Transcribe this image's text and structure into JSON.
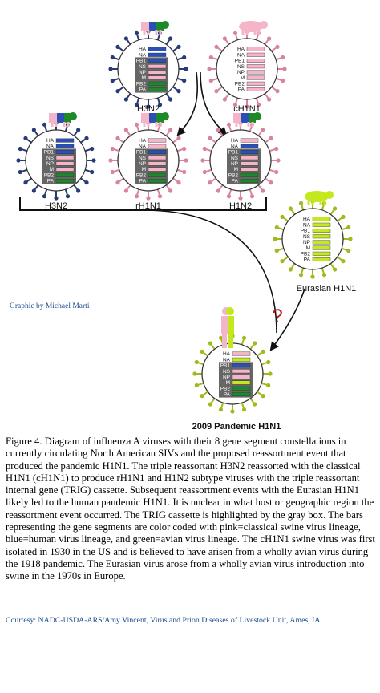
{
  "colors": {
    "pink": "#f5b5c8",
    "pink_dark": "#c96b88",
    "blue": "#2a4fb5",
    "green": "#1d8a2a",
    "lime": "#c4e81e",
    "gray_box": "#666666",
    "spike_navy": "#283c74",
    "spike_pink": "#d8849f",
    "spike_lime": "#9cbc1c",
    "arrow": "#111111",
    "question": "#b81818"
  },
  "segment_names": [
    "HA",
    "NA",
    "PB1",
    "NS",
    "NP",
    "M",
    "PB2",
    "PA"
  ],
  "viruses": [
    {
      "id": "top-h3n2",
      "label": "H3N2",
      "spike": "navy",
      "host": "pig-tricolor",
      "segments": [
        "blue",
        "blue",
        "blue",
        "pink",
        "pink",
        "pink",
        "green",
        "green"
      ]
    },
    {
      "id": "top-ch1n1",
      "label": "cH1N1",
      "spike": "pink",
      "host": "pig-pink",
      "segments": [
        "pink",
        "pink",
        "pink",
        "pink",
        "pink",
        "pink",
        "pink",
        "pink"
      ]
    },
    {
      "id": "mid-h3n2",
      "label": "H3N2",
      "spike": "navy",
      "host": "pig-tricolor",
      "segments": [
        "blue",
        "blue",
        "blue",
        "pink",
        "pink",
        "pink",
        "green",
        "green"
      ]
    },
    {
      "id": "mid-rh1n1",
      "label": "rH1N1",
      "spike": "pink",
      "host": "pig-tricolor",
      "segments": [
        "pink",
        "pink",
        "blue",
        "pink",
        "pink",
        "pink",
        "green",
        "green"
      ]
    },
    {
      "id": "mid-h1n2",
      "label": "H1N2",
      "spike": "pink",
      "host": "pig-tricolor",
      "segments": [
        "pink",
        "blue",
        "blue",
        "pink",
        "pink",
        "pink",
        "green",
        "green"
      ]
    },
    {
      "id": "eurasian",
      "label": "Eurasian H1N1",
      "spike": "lime",
      "host": "pig-lime",
      "segments": [
        "lime",
        "lime",
        "lime",
        "lime",
        "lime",
        "lime",
        "lime",
        "lime"
      ]
    },
    {
      "id": "pandemic",
      "label": "2009 Pandemic H1N1",
      "spike": "lime",
      "host": "human",
      "segments": [
        "pink",
        "lime",
        "blue",
        "pink",
        "pink",
        "lime",
        "green",
        "green"
      ]
    }
  ],
  "question_mark": "?",
  "credit_top": "Graphic by Michael Marti",
  "caption": "Figure 4. Diagram of influenza A viruses with their 8 gene segment constellations in currently circulating North American SIVs and the proposed reassortment event that produced the pandemic H1N1. The triple reassortant H3N2 reassorted with the classical H1N1 (cH1N1) to produce rH1N1 and H1N2 subtype viruses with the triple reassortant internal gene (TRIG) cassette. Subsequent reassortment events with the Eurasian H1N1 likely led to the human pandemic H1N1. It is unclear in what host or geographic region the reassortment event occurred. The TRIG cassette is highlighted by the gray box. The bars representing the gene segments are color coded with pink=classical swine virus lineage, blue=human virus lineage, and green=avian virus lineage. The cH1N1 swine virus was first isolated in 1930 in the US and is believed to have arisen from a wholly avian virus during the 1918 pandemic. The Eurasian virus arose from a wholly avian virus introduction into swine in the 1970s in Europe.",
  "courtesy": "Courtesy: NADC-USDA-ARS/Amy Vincent, Virus and Prion Diseases of Livestock Unit, Ames, IA"
}
